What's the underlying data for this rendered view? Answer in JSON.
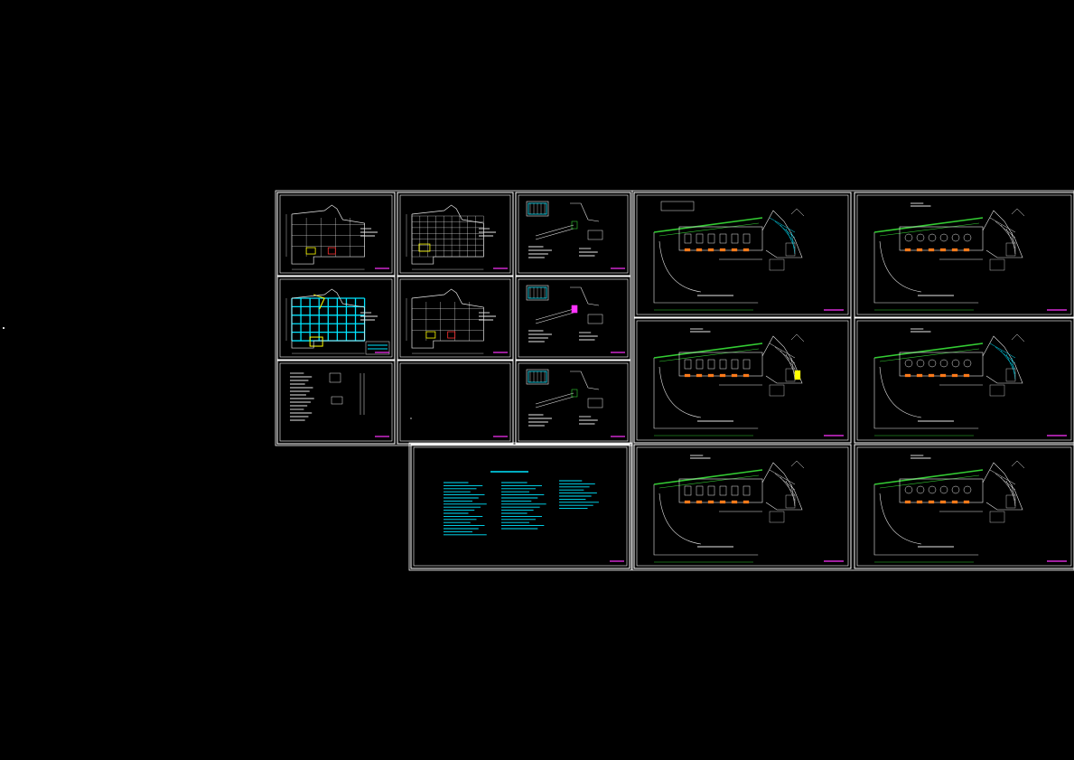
{
  "drawing": {
    "background": "#000000",
    "colors": {
      "frame": "#ffffff",
      "line": "#e8e8e8",
      "accent_green": "#33cc33",
      "accent_cyan": "#00e5ff",
      "accent_yellow": "#ffff00",
      "accent_magenta": "#ff33ff",
      "accent_red": "#ff3333",
      "accent_orange": "#ff7a1a",
      "accent_blue": "#3399ff"
    }
  },
  "sheets": [
    {
      "id": "sheet-1",
      "kind": "small-plan"
    },
    {
      "id": "sheet-2",
      "kind": "small-plan-grid"
    },
    {
      "id": "sheet-3",
      "kind": "details"
    },
    {
      "id": "sheet-4",
      "kind": "small-plan-cyan"
    },
    {
      "id": "sheet-5",
      "kind": "small-plan"
    },
    {
      "id": "sheet-6",
      "kind": "details"
    },
    {
      "id": "sheet-7",
      "kind": "notes"
    },
    {
      "id": "sheet-8",
      "kind": "blank"
    },
    {
      "id": "sheet-9",
      "kind": "details"
    },
    {
      "id": "sheet-10",
      "kind": "notes-cyan"
    },
    {
      "id": "sheet-11",
      "kind": "large-plan"
    },
    {
      "id": "sheet-12",
      "kind": "large-plan"
    },
    {
      "id": "sheet-13",
      "kind": "large-plan"
    },
    {
      "id": "sheet-14",
      "kind": "large-plan"
    },
    {
      "id": "sheet-15",
      "kind": "large-plan"
    },
    {
      "id": "sheet-16",
      "kind": "large-plan"
    }
  ]
}
